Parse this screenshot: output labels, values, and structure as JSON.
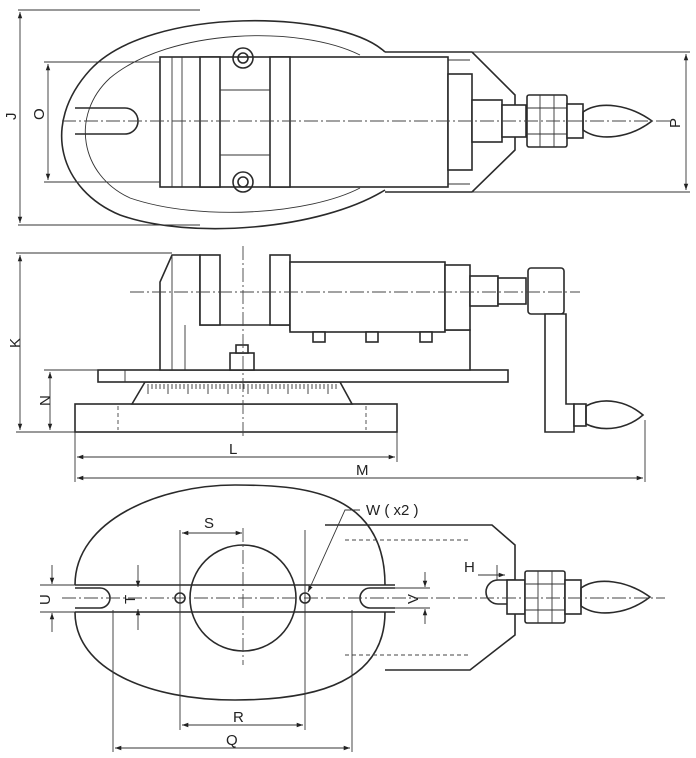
{
  "top_view": {
    "labels": {
      "J": "J",
      "O": "O",
      "P": "P"
    }
  },
  "side_view": {
    "labels": {
      "K": "K",
      "N": "N",
      "L": "L",
      "M": "M"
    }
  },
  "bottom_view": {
    "labels": {
      "S": "S",
      "W": "W ( x2 )",
      "H": "H",
      "U": "U",
      "T": "T",
      "V": "V",
      "R": "R",
      "Q": "Q"
    }
  }
}
